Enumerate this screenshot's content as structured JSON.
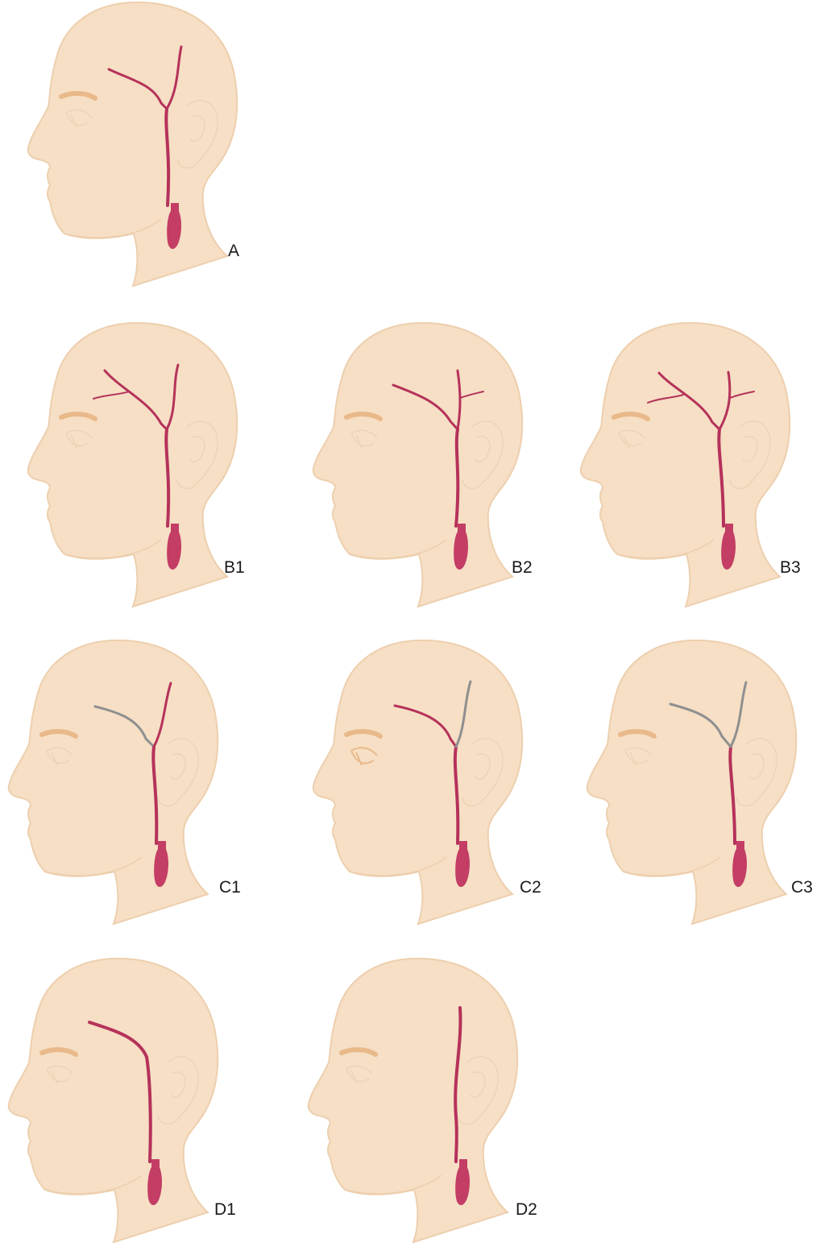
{
  "colors": {
    "background": "#ffffff",
    "skin": "#f6dfc5",
    "skin_outline": "#edcfae",
    "ear_line": "#ecd3b8",
    "eyebrow": "#e9b98a",
    "artery": "#b5325a",
    "artery_bulb": "#c33d65",
    "artery_occluded": "#8f8f8f",
    "label": "#1a1a1a"
  },
  "panels": [
    {
      "id": "A",
      "label": "A",
      "frontal_branch": "patent",
      "parietal_branch": "patent",
      "extra_frontal_branch": false,
      "extra_parietal_branch": false
    },
    {
      "id": "B1",
      "label": "B1",
      "frontal_branch": "patent",
      "parietal_branch": "patent",
      "extra_frontal_branch": true,
      "extra_parietal_branch": false
    },
    {
      "id": "B2",
      "label": "B2",
      "frontal_branch": "patent",
      "parietal_branch": "patent",
      "extra_frontal_branch": false,
      "extra_parietal_branch": true
    },
    {
      "id": "B3",
      "label": "B3",
      "frontal_branch": "patent",
      "parietal_branch": "patent",
      "extra_frontal_branch": true,
      "extra_parietal_branch": true
    },
    {
      "id": "C1",
      "label": "C1",
      "frontal_branch": "occluded",
      "parietal_branch": "patent",
      "extra_frontal_branch": false,
      "extra_parietal_branch": false
    },
    {
      "id": "C2",
      "label": "C2",
      "frontal_branch": "patent",
      "parietal_branch": "occluded",
      "extra_frontal_branch": false,
      "extra_parietal_branch": false
    },
    {
      "id": "C3",
      "label": "C3",
      "frontal_branch": "occluded",
      "parietal_branch": "occluded",
      "extra_frontal_branch": false,
      "extra_parietal_branch": false
    },
    {
      "id": "D1",
      "label": "D1",
      "frontal_branch": "single-trunk",
      "parietal_branch": "absent",
      "extra_frontal_branch": false,
      "extra_parietal_branch": false
    },
    {
      "id": "D2",
      "label": "D2",
      "frontal_branch": "absent",
      "parietal_branch": "single-trunk",
      "extra_frontal_branch": false,
      "extra_parietal_branch": false
    }
  ]
}
